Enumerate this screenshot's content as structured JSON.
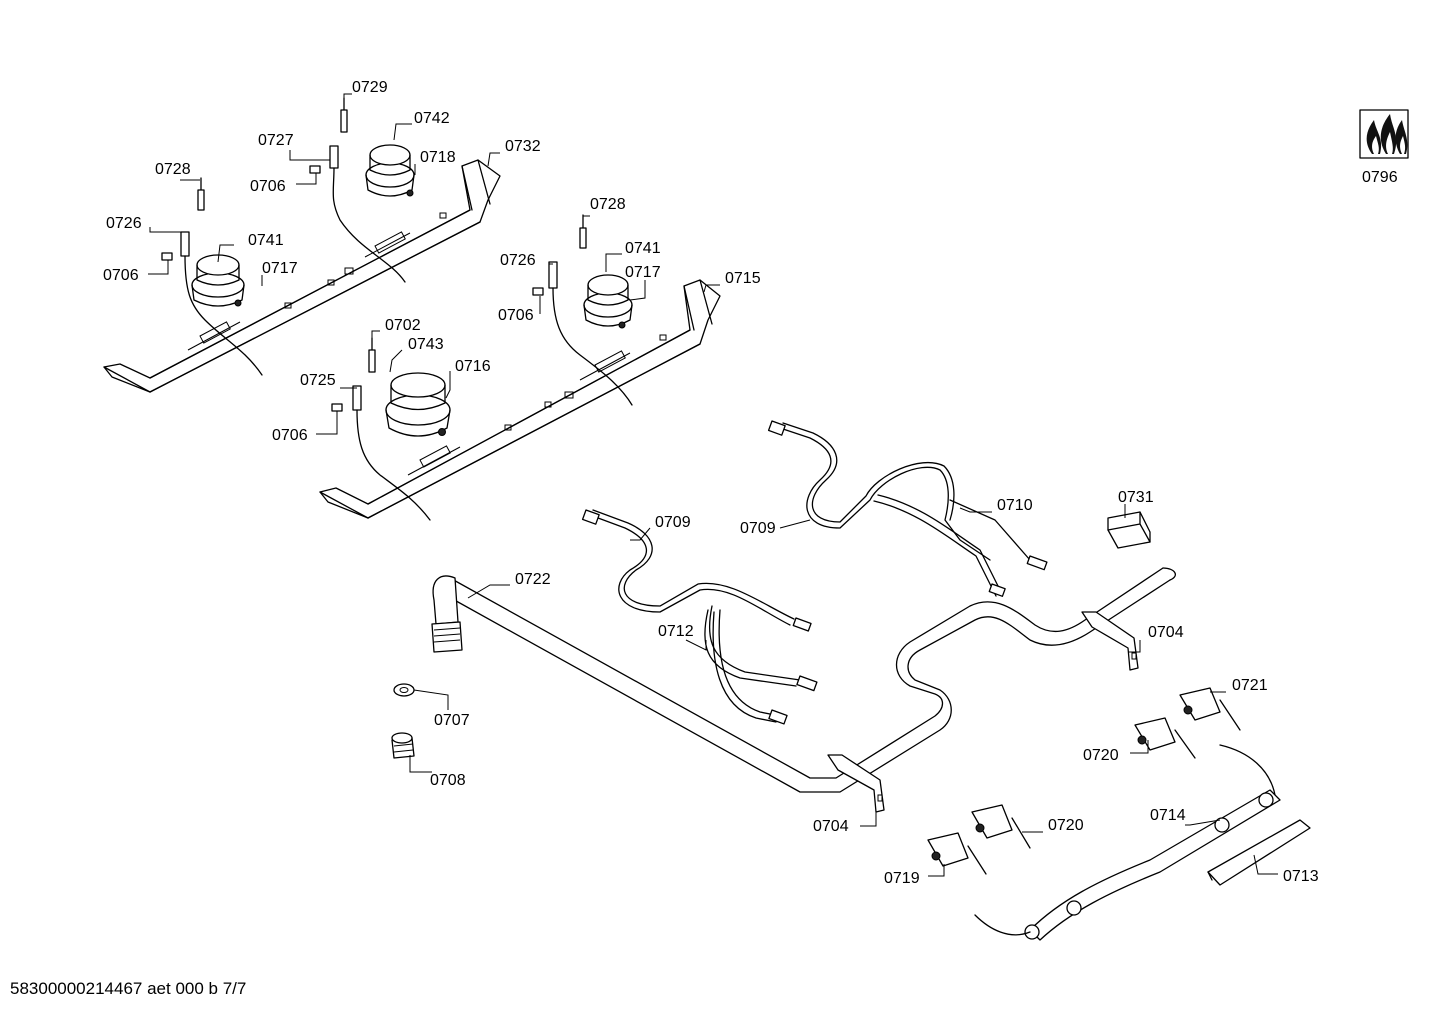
{
  "footer": {
    "document_code": "58300000214467 aet 000 b 7/7"
  },
  "legend_symbol": {
    "label": "0796",
    "icon": "gas-flames-icon"
  },
  "callouts": [
    "0729",
    "0742",
    "0727",
    "0718",
    "0732",
    "0728",
    "0706",
    "0726",
    "0741",
    "0717",
    "0706",
    "0728",
    "0741",
    "0726",
    "0717",
    "0715",
    "0706",
    "0702",
    "0743",
    "0716",
    "0725",
    "0706",
    "0709",
    "0710",
    "0731",
    "0709",
    "0722",
    "0712",
    "0704",
    "0721",
    "0707",
    "0720",
    "0708",
    "0704",
    "0720",
    "0714",
    "0719",
    "0713"
  ]
}
